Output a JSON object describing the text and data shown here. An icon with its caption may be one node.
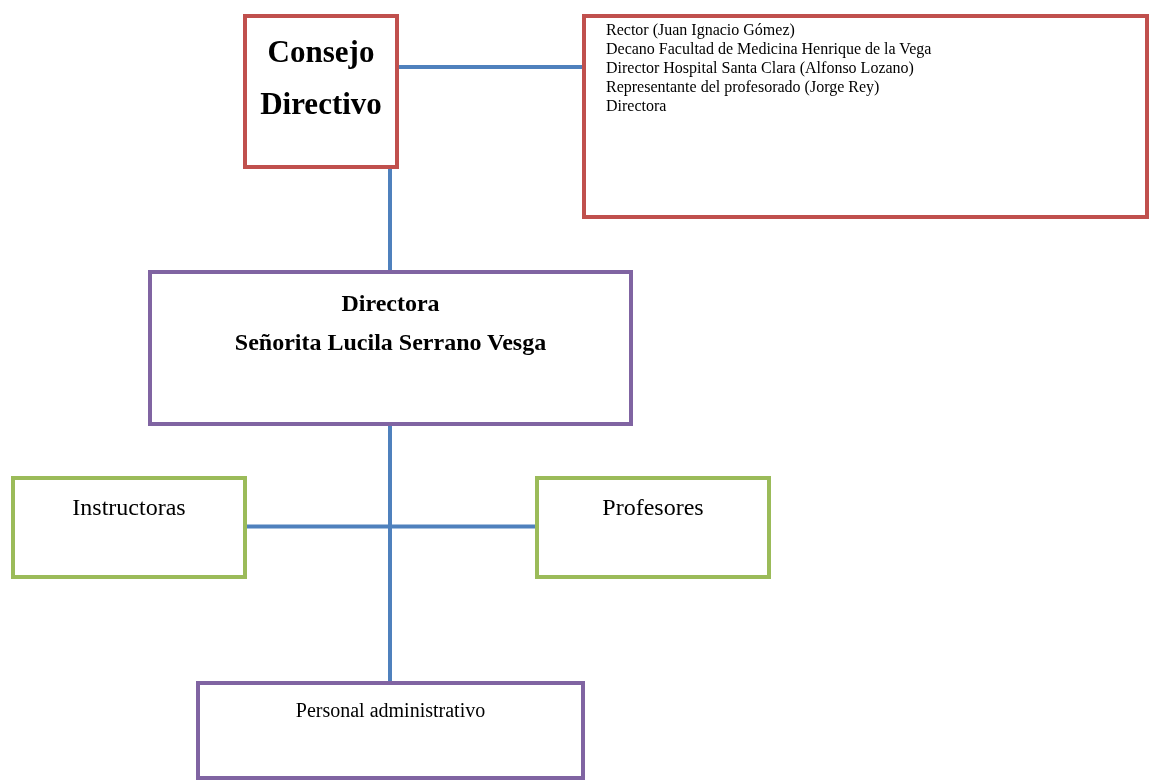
{
  "diagram": {
    "nodes": [
      {
        "text": [
          "Consejo Directivo"
        ]
      },
      {
        "text": [
          "Rector (Juan Ignacio Gómez)",
          "Decano Facultad de Medicina Henrique de la Vega",
          "Director Hospital Santa Clara (Alfonso Lozano)",
          "Representante del profesorado (Jorge Rey)",
          "Directora"
        ]
      },
      {
        "text": [
          "Directora",
          "Señorita Lucila Serrano Vesga"
        ]
      },
      {
        "text": [
          "Instructoras"
        ]
      },
      {
        "text": [
          "Profesores"
        ]
      },
      {
        "text": [
          "Personal administrativo"
        ]
      }
    ],
    "edges": [
      {
        "from": 0,
        "to": 1,
        "arrow": "none"
      },
      {
        "from": 0,
        "to": 2,
        "arrow": "none"
      },
      {
        "from": 2,
        "to": 3,
        "arrow": "none"
      },
      {
        "from": 2,
        "to": 4,
        "arrow": "none"
      },
      {
        "from": 2,
        "to": 5,
        "arrow": "none"
      }
    ]
  }
}
